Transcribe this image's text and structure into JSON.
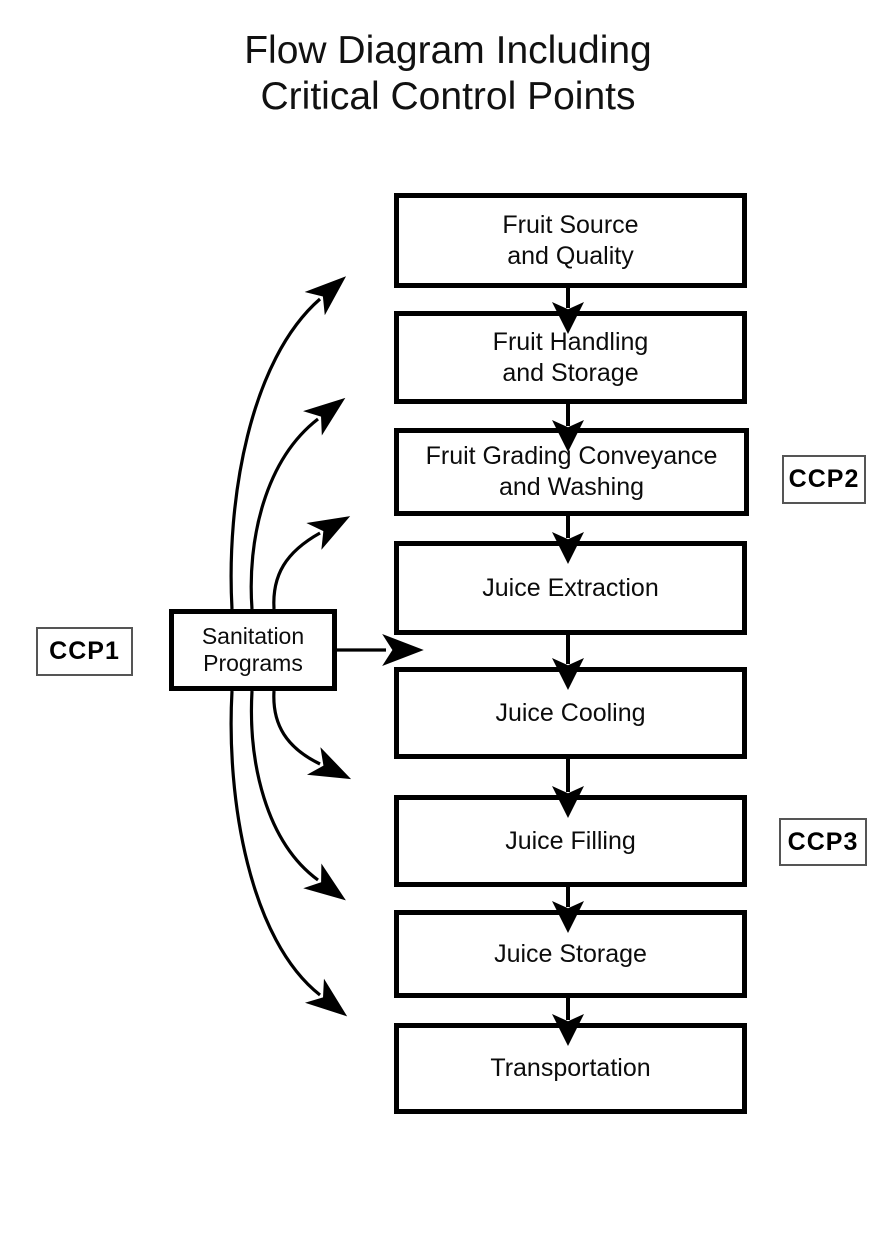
{
  "title": {
    "line1": "Flow Diagram Including",
    "line2": "Critical Control Points"
  },
  "colors": {
    "ink": "#000000",
    "box_border": "#000000",
    "ccp_border": "#555555",
    "background": "#ffffff"
  },
  "process_steps": [
    {
      "id": "fruit-source-and-quality",
      "label": "Fruit Source\nand Quality"
    },
    {
      "id": "fruit-handling-and-storage",
      "label": "Fruit Handling\nand Storage"
    },
    {
      "id": "fruit-grading-conveyance-and-washing",
      "label": "Fruit Grading Conveyance\nand Washing"
    },
    {
      "id": "juice-extraction",
      "label": "Juice Extraction"
    },
    {
      "id": "juice-cooling",
      "label": "Juice Cooling"
    },
    {
      "id": "juice-filling",
      "label": "Juice Filling"
    },
    {
      "id": "juice-storage",
      "label": "Juice Storage"
    },
    {
      "id": "transportation",
      "label": "Transportation"
    }
  ],
  "support_box": {
    "id": "sanitation-programs",
    "label": "Sanitation\nPrograms"
  },
  "ccp_labels": [
    {
      "id": "ccp1",
      "label": "CCP1",
      "points_to": "sanitation-programs"
    },
    {
      "id": "ccp2",
      "label": "CCP2",
      "points_to": "fruit-grading-conveyance-and-washing"
    },
    {
      "id": "ccp3",
      "label": "CCP3",
      "points_to": "juice-filling"
    }
  ],
  "flow_connections": [
    {
      "from": "fruit-source-and-quality",
      "to": "fruit-handling-and-storage"
    },
    {
      "from": "fruit-handling-and-storage",
      "to": "fruit-grading-conveyance-and-washing"
    },
    {
      "from": "fruit-grading-conveyance-and-washing",
      "to": "juice-extraction"
    },
    {
      "from": "juice-extraction",
      "to": "juice-cooling"
    },
    {
      "from": "juice-cooling",
      "to": "juice-filling"
    },
    {
      "from": "juice-filling",
      "to": "juice-storage"
    },
    {
      "from": "juice-storage",
      "to": "transportation"
    }
  ],
  "sanitation_connections": [
    {
      "from": "sanitation-programs",
      "to": "fruit-handling-and-storage"
    },
    {
      "from": "sanitation-programs",
      "to": "fruit-grading-conveyance-and-washing"
    },
    {
      "from": "sanitation-programs",
      "to": "juice-extraction"
    },
    {
      "from": "sanitation-programs",
      "to": "juice-cooling"
    },
    {
      "from": "sanitation-programs",
      "to": "juice-filling"
    },
    {
      "from": "sanitation-programs",
      "to": "juice-storage"
    },
    {
      "from": "sanitation-programs",
      "to": "transportation"
    }
  ]
}
